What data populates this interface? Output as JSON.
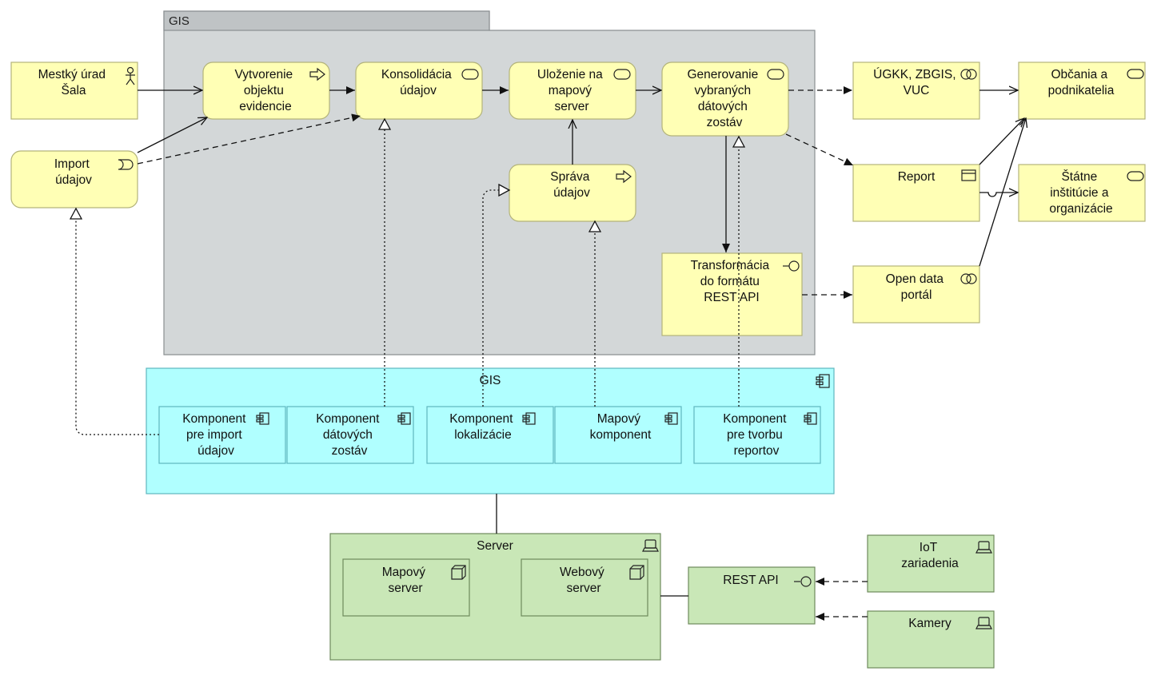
{
  "gis_group": {
    "title": "GIS"
  },
  "elements": {
    "mestsky_urad": [
      "Mestký úrad",
      "Šala"
    ],
    "import_udajov": [
      "Import",
      "údajov"
    ],
    "vytvorenie": [
      "Vytvorenie",
      "objektu",
      "evidencie"
    ],
    "konsolidacia": [
      "Konsolidácia",
      "údajov"
    ],
    "ulozenie": [
      "Uloženie na",
      "mapový",
      "server"
    ],
    "generovanie": [
      "Generovanie",
      "vybraných",
      "dátových",
      "zostáv"
    ],
    "sprava": [
      "Správa",
      "údajov"
    ],
    "transformacia": [
      "Transformácia",
      "do formátu",
      "REST API"
    ],
    "ugkk": [
      "ÚGKK, ZBGIS,",
      "VUC"
    ],
    "report": [
      "Report"
    ],
    "open_data": [
      "Open data",
      "portál"
    ],
    "obcania": [
      "Občania a",
      "podnikatelia"
    ],
    "statne": [
      "Štátne",
      "inštitúcie a",
      "organizácie"
    ]
  },
  "gis_component": {
    "title": "GIS",
    "components": {
      "import": [
        "Komponent",
        "pre import",
        "údajov"
      ],
      "datove": [
        "Komponent",
        "dátových",
        "zostáv"
      ],
      "lokalizacia": [
        "Komponent",
        "lokalizácie"
      ],
      "mapovy": [
        "Mapový",
        "komponent"
      ],
      "reporty": [
        "Komponent",
        "pre tvorbu",
        "reportov"
      ]
    }
  },
  "server": {
    "title": "Server",
    "mapovy_server": [
      "Mapový",
      "server"
    ],
    "webovy_server": [
      "Webový",
      "server"
    ]
  },
  "rest_api": [
    "REST API"
  ],
  "iot": [
    "IoT",
    "zariadenia"
  ],
  "kamery": [
    "Kamery"
  ],
  "colors": {
    "business": "#ffffb5",
    "application": "#b0ffff",
    "technology": "#c9e7b7",
    "group": "#d3d7d8"
  }
}
